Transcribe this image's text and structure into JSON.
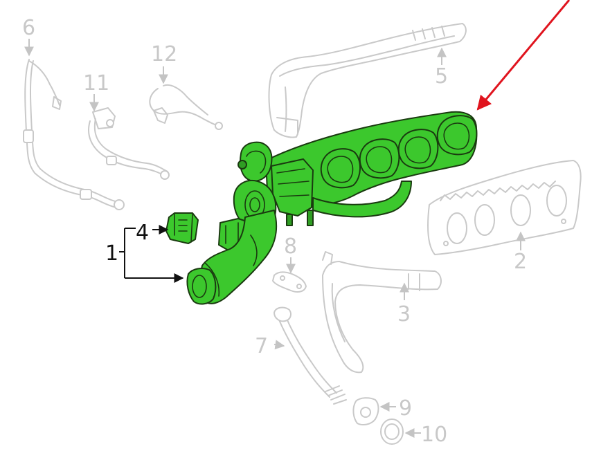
{
  "colors": {
    "highlight": "#3cc82d",
    "highlight_dark": "#2f9e23",
    "outline": "#1a3a10",
    "ghost": "#c9c9c9",
    "pointer": "#e0141e",
    "callout_active": "#111111",
    "callout_inactive": "#c8c8c8"
  },
  "callouts": {
    "c1": "1",
    "c2": "2",
    "c3": "3",
    "c4": "4",
    "c5": "5",
    "c6": "6",
    "c7": "7",
    "c8": "8",
    "c9": "9",
    "c10": "10",
    "c11": "11",
    "c12": "12"
  },
  "highlighted_part": "1"
}
